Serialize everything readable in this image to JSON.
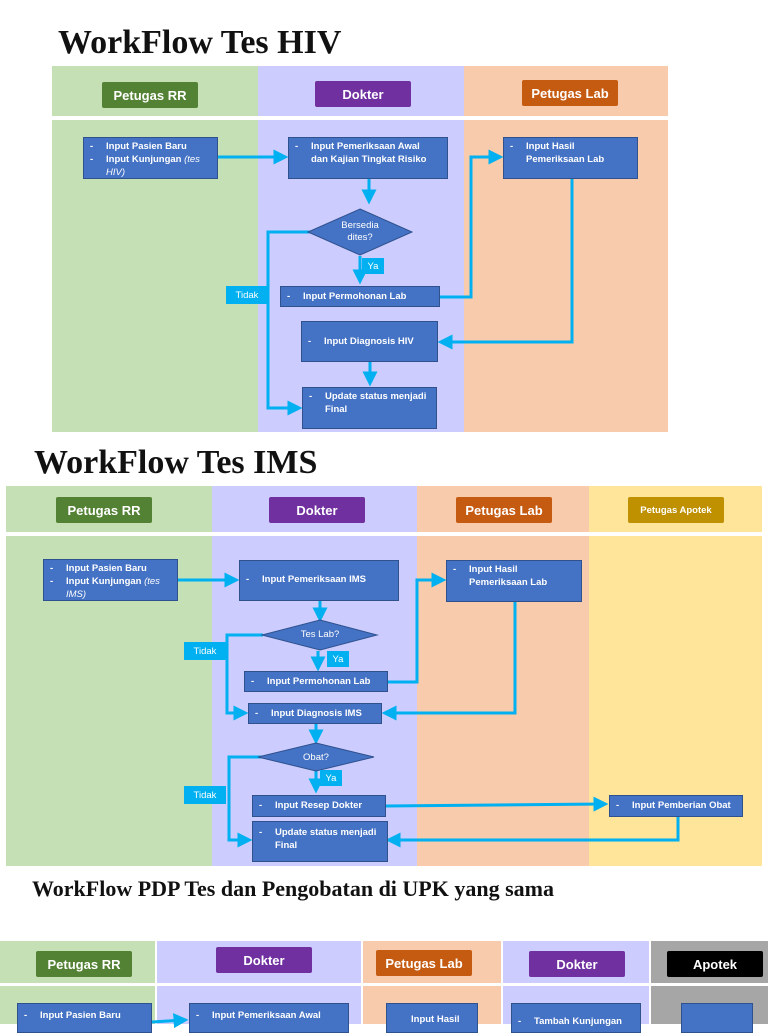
{
  "wf1": {
    "title": "WorkFlow Tes HIV",
    "lanes": {
      "rr": "Petugas RR",
      "dokter": "Dokter",
      "lab": "Petugas Lab"
    },
    "input_pasien": {
      "line1": "Input Pasien Baru",
      "line2a": "Input Kunjungan",
      "line2b": "(tes",
      "line2c": "HIV)"
    },
    "pemeriksaan_awal": {
      "line1": "Input Pemeriksaan Awal",
      "line2": "dan Kajian Tingkat Risiko"
    },
    "hasil_lab": {
      "line1": "Input Hasil",
      "line2": "Pemeriksaan Lab"
    },
    "decision": {
      "line1": "Bersedia",
      "line2": "dites?"
    },
    "ya": "Ya",
    "tidak": "Tidak",
    "permohonan_lab": "Input Permohonan Lab",
    "diagnosis": "Input Diagnosis HIV",
    "update": {
      "line1": "Update status menjadi",
      "line2": "Final"
    }
  },
  "wf2": {
    "title": "WorkFlow Tes IMS",
    "lanes": {
      "rr": "Petugas RR",
      "dokter": "Dokter",
      "lab": "Petugas Lab",
      "apotek": "Petugas Apotek"
    },
    "input_pasien": {
      "line1": "Input Pasien Baru",
      "line2a": "Input Kunjungan",
      "line2b": "(tes",
      "line2c": "IMS)"
    },
    "pemeriksaan": "Input Pemeriksaan IMS",
    "hasil_lab": {
      "line1": "Input Hasil",
      "line2": "Pemeriksaan Lab"
    },
    "decision1": "Tes Lab?",
    "decision2": "Obat?",
    "ya": "Ya",
    "tidak": "Tidak",
    "permohonan_lab": "Input Permohonan Lab",
    "diagnosis": "Input Diagnosis IMS",
    "resep": "Input Resep Dokter",
    "pemberian_obat": "Input Pemberian Obat",
    "update": {
      "line1": "Update status menjadi",
      "line2": "Final"
    }
  },
  "wf3": {
    "title": "WorkFlow PDP Tes dan Pengobatan di UPK yang sama",
    "lanes": {
      "rr": "Petugas RR",
      "dokter1": "Dokter",
      "lab": "Petugas Lab",
      "dokter2": "Dokter",
      "apotek": "Apotek"
    },
    "input_pasien": "Input Pasien Baru",
    "pemeriksaan_awal": "Input Pemeriksaan Awal",
    "hasil": "Input Hasil",
    "tambah_kunjungan": "Tambah Kunjungan"
  },
  "colors": {
    "lane_green": "#c5e0b4",
    "lane_purple": "#ccccff",
    "lane_orange": "#f8cbad",
    "lane_yellow": "#fee599",
    "lane_grey": "#a6a6a6",
    "hdr_green": "#548235",
    "hdr_purple": "#7030a0",
    "hdr_orange": "#c55a11",
    "hdr_gold": "#bf9000",
    "box_blue": "#4472c4",
    "arrow": "#00b0f0"
  }
}
